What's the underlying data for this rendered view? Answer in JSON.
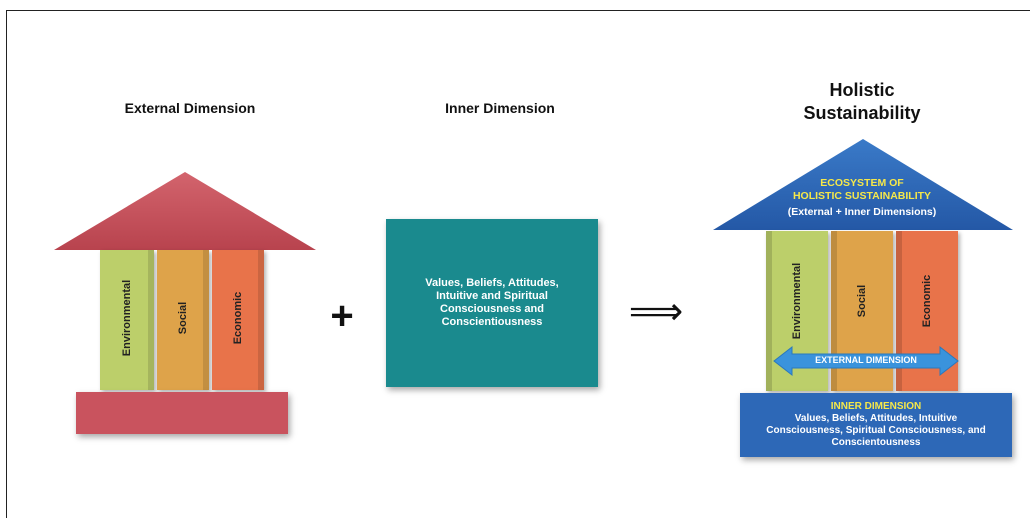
{
  "colors": {
    "roof_left": "#c9535e",
    "base_left": "#c9535e",
    "environmental": "#bccf6a",
    "social": "#dea34a",
    "economic": "#e8734a",
    "inner_box": "#1a8a8e",
    "roof_right": "#2d68b7",
    "base_right": "#2d68b7",
    "arrow": "#3a93dc",
    "roof_highlight": "#f5e84a"
  },
  "left": {
    "heading": "External Dimension",
    "pillars": [
      "Environmental",
      "Social",
      "Economic"
    ]
  },
  "plus_symbol": "+",
  "middle": {
    "heading": "Inner Dimension",
    "box_text": "Values, Beliefs, Attitudes, Intuitive and Spiritual Consciousness and Conscientiousness"
  },
  "implies_symbol": "⟹",
  "right": {
    "heading_line1": "Holistic",
    "heading_line2": "Sustainability",
    "roof_line1": "ECOSYSTEM OF",
    "roof_line2": "HOLISTIC SUSTAINABILITY",
    "roof_line3": "(External + Inner Dimensions)",
    "pillars": [
      "Environmental",
      "Social",
      "Economic"
    ],
    "arrow_label": "EXTERNAL DIMENSION",
    "base_title": "INNER DIMENSION",
    "base_text": "Values, Beliefs, Attitudes, Intuitive Consciousness, Spiritual Consciousness, and Conscientousness"
  }
}
